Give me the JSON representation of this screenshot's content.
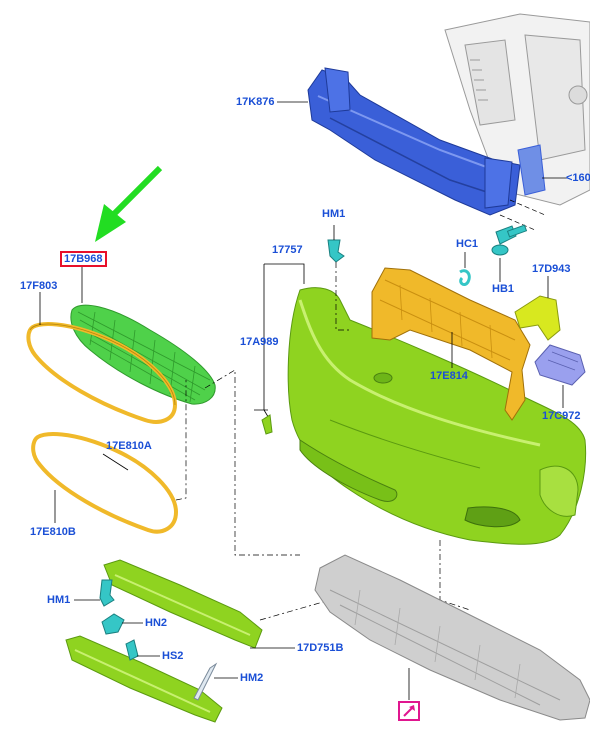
{
  "labels": {
    "17K876": "17K876",
    "160": "<160",
    "HM1_top": "HM1",
    "HC1": "HC1",
    "HB1": "HB1",
    "17757": "17757",
    "17B968": "17B968",
    "17F803": "17F803",
    "17A989": "17A989",
    "17D943": "17D943",
    "17E814": "17E814",
    "17C972": "17C972",
    "17E810A": "17E810A",
    "17E810B": "17E810B",
    "HM1_bottom": "HM1",
    "HN2": "HN2",
    "HS2": "HS2",
    "17D751B": "17D751B",
    "HM2": "HM2"
  },
  "colors": {
    "label_text": "#1a4fd6",
    "highlight_box": "#e8102a",
    "arrow": "#22dd22",
    "bumper": "#8fd320",
    "grille": "#4fd14a",
    "bracket_yellow": "#f0b92a",
    "beam_blue": "#3a5fd8",
    "bracket_lime": "#d8e81f",
    "bracket_purple": "#9aa0ee",
    "clip_cyan": "#35c6c6",
    "undertray_grey": "#bdbdbd",
    "magnifier_box": "#e0168f"
  },
  "icons": [
    "green-arrow-icon",
    "magnifier-icon"
  ]
}
